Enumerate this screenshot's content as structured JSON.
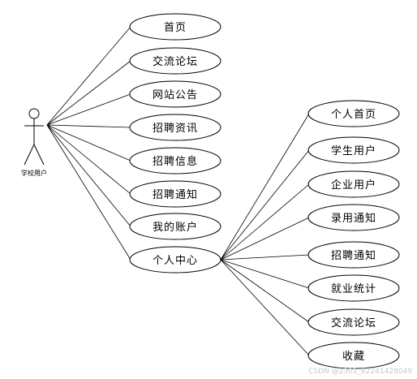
{
  "actor": {
    "label": "学校用户"
  },
  "left_use_cases": [
    "首页",
    "交流论坛",
    "网站公告",
    "招聘资讯",
    "招聘信息",
    "招聘通知",
    "我的账户",
    "个人中心"
  ],
  "right_use_cases": [
    "个人首页",
    "学生用户",
    "企业用户",
    "录用通知",
    "招聘通知",
    "就业统计",
    "交流论坛",
    "收藏"
  ],
  "watermark": "CSDN @2301_82241428049"
}
